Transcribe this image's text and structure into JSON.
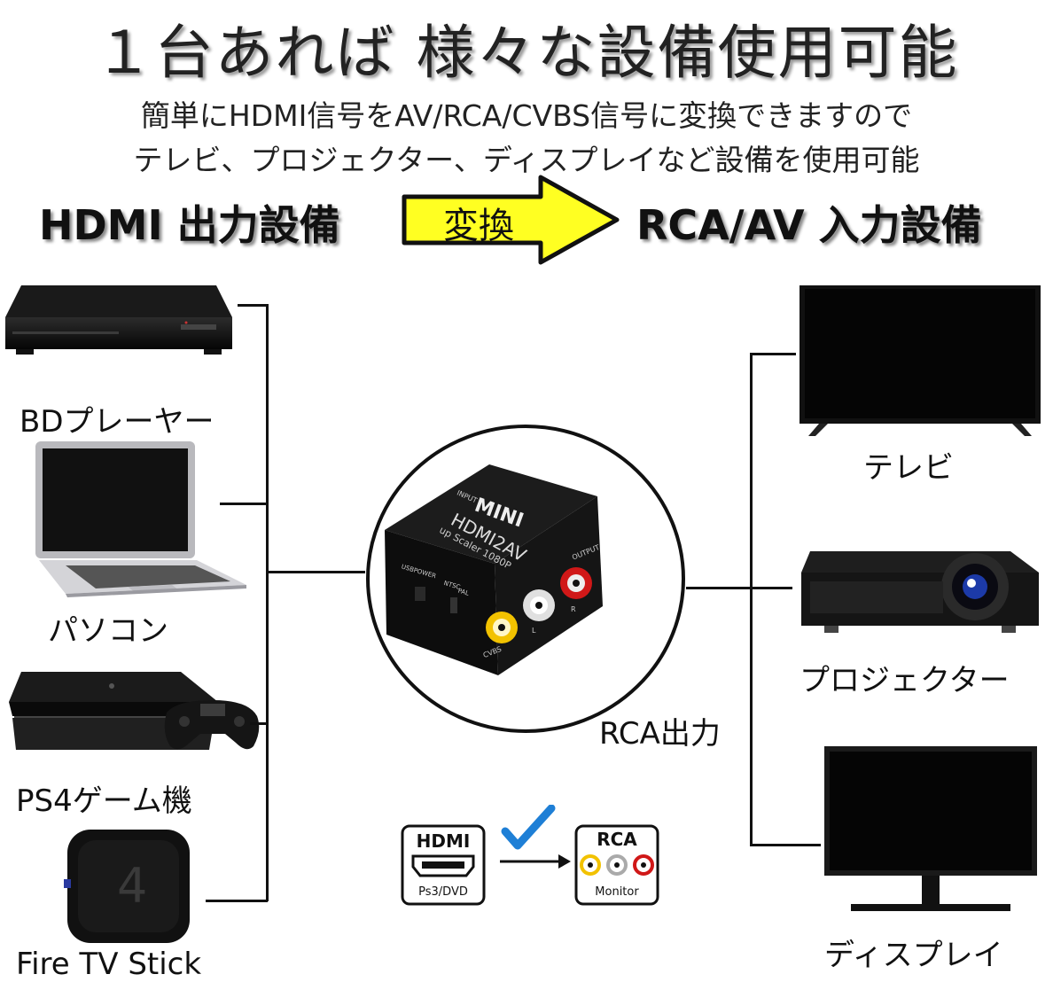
{
  "header": {
    "title": "１台あれば 様々な設備使用可能",
    "line1": "簡単にHDMI信号をAV/RCA/CVBS信号に変換できますので",
    "line2": "テレビ、プロジェクター、ディスプレイなど設備を使用可能"
  },
  "conversion": {
    "source": "HDMI 出力設備",
    "arrow_label": "変換",
    "target": "RCA/AV 入力設備"
  },
  "left_devices": [
    "BDプレーヤー",
    "パソコン",
    "PS4ゲーム機",
    "Fire TV Stick"
  ],
  "right_devices": [
    "テレビ",
    "プロジェクター",
    "ディスプレイ"
  ],
  "converter": {
    "brand": "MINI",
    "model": "HDMI2AV",
    "sub": "up Scaler 1080P",
    "input_label": "INPUT",
    "output_label": "OUTPUT",
    "usb_label": "USBPOWER",
    "ntsc": "NTSC",
    "pal": "PAL",
    "cvbs": "CVBS",
    "l": "L",
    "r": "R"
  },
  "output_label": "RCA出力",
  "signal_icons": {
    "hdmi_title": "HDMI",
    "hdmi_sub": "Ps3/DVD",
    "rca_title": "RCA",
    "rca_sub": "Monitor"
  },
  "colors": {
    "arrow_fill": "#ffff22",
    "check": "#1e7fd6",
    "rca_yellow": "#f2c200",
    "rca_red": "#d01818"
  }
}
